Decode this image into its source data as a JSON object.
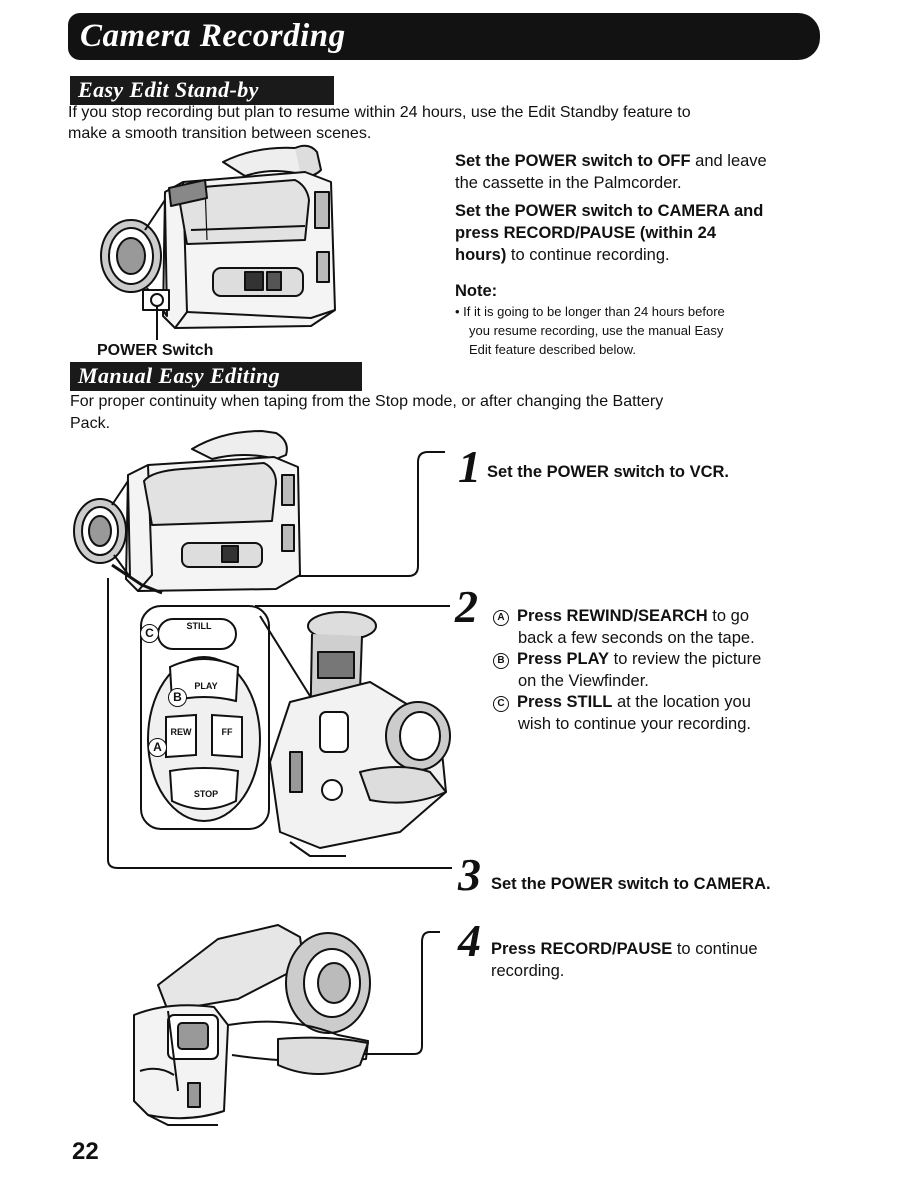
{
  "header": {
    "title": "Camera Recording"
  },
  "easy_edit": {
    "title": "Easy Edit Stand-by",
    "intro_line1": "If you stop recording but plan to resume within 24 hours, use the Edit Standby feature to",
    "intro_line2": "make a smooth transition between scenes.",
    "p1_bold": "Set the POWER switch to OFF",
    "p1_rest1": " and leave",
    "p1_line2": "the cassette in the Palmcorder.",
    "p2_line1": "Set the POWER switch to CAMERA and",
    "p2_line2": "press RECORD/PAUSE (within 24",
    "p2_line3_bold": "hours)",
    "p2_line3_rest": " to continue recording.",
    "note_title": "Note:",
    "note_line1": "• If it is going to be longer than 24 hours before",
    "note_line2": "you resume recording, use the manual Easy",
    "note_line3": "Edit feature described below.",
    "image_label": "POWER Switch"
  },
  "manual": {
    "title": "Manual Easy Editing",
    "intro_line1": "For proper continuity when taping from the Stop mode, or after changing the Battery",
    "intro_line2": "Pack."
  },
  "steps": [
    {
      "num": "1",
      "bold": "Set the POWER switch to VCR."
    },
    {
      "num": "2",
      "items": [
        {
          "letter": "A",
          "bold": "Press REWIND/SEARCH",
          "rest": " to go",
          "line2": "back a few seconds on the tape."
        },
        {
          "letter": "B",
          "bold": "Press PLAY",
          "rest": " to review the picture",
          "line2": "on the Viewfinder."
        },
        {
          "letter": "C",
          "bold": "Press STILL",
          "rest": " at the location you",
          "line2": "wish to continue your recording."
        }
      ]
    },
    {
      "num": "3",
      "bold": "Set the POWER switch to CAMERA."
    },
    {
      "num": "4",
      "bold": "Press RECORD/PAUSE",
      "rest": " to continue",
      "line2": "recording."
    }
  ],
  "buttons": {
    "still": "STILL",
    "play": "PLAY",
    "rew": "REW",
    "ff": "FF",
    "stop": "STOP",
    "label_a": "A",
    "label_b": "B",
    "label_c": "C"
  },
  "page_number": "22"
}
